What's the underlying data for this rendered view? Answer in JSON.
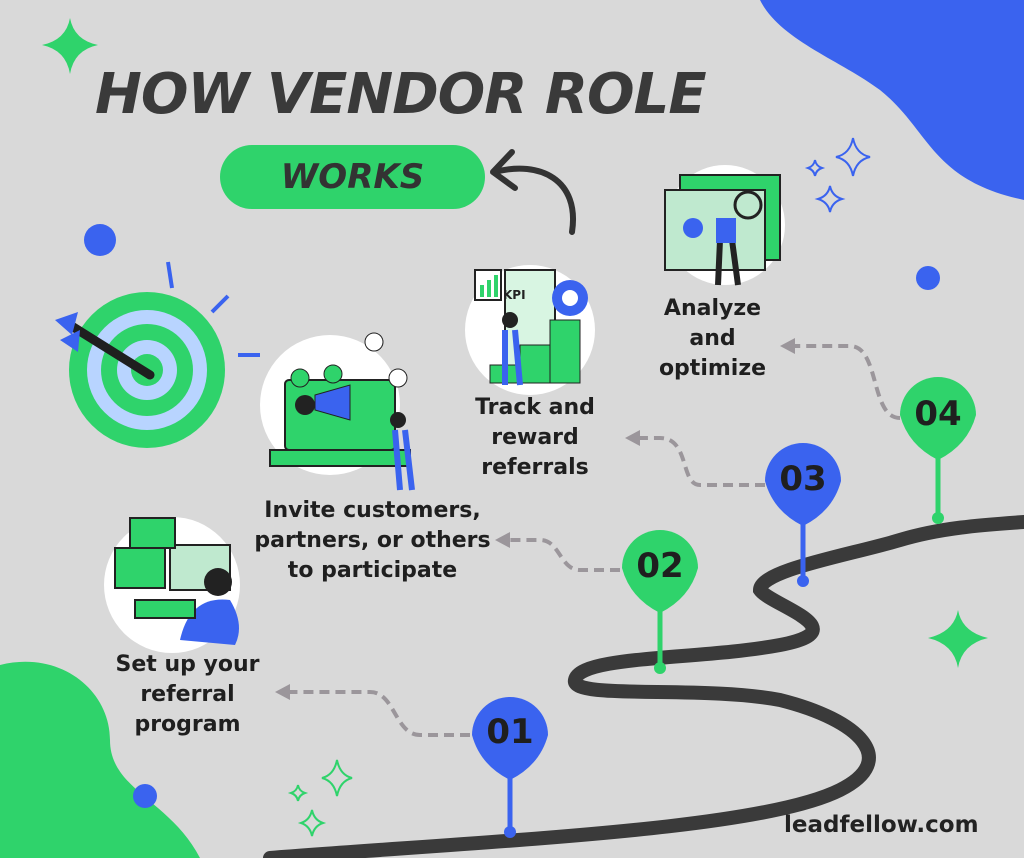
{
  "title": "HOW VENDOR ROLE",
  "subtitle": "WORKS",
  "steps": [
    {
      "number": "01",
      "label": "Set up your referral program"
    },
    {
      "number": "02",
      "label": "Invite customers, partners, or others to participate"
    },
    {
      "number": "03",
      "label": "Track and reward referrals"
    },
    {
      "number": "04",
      "label": "Analyze and optimize"
    }
  ],
  "kpi_label": "KPI",
  "footer": "leadfellow.com",
  "colors": {
    "green": "#2fd36b",
    "blue": "#3a63ef",
    "background": "#d9d9d9",
    "road": "#3a3a3a",
    "dash": "#9b969b"
  }
}
